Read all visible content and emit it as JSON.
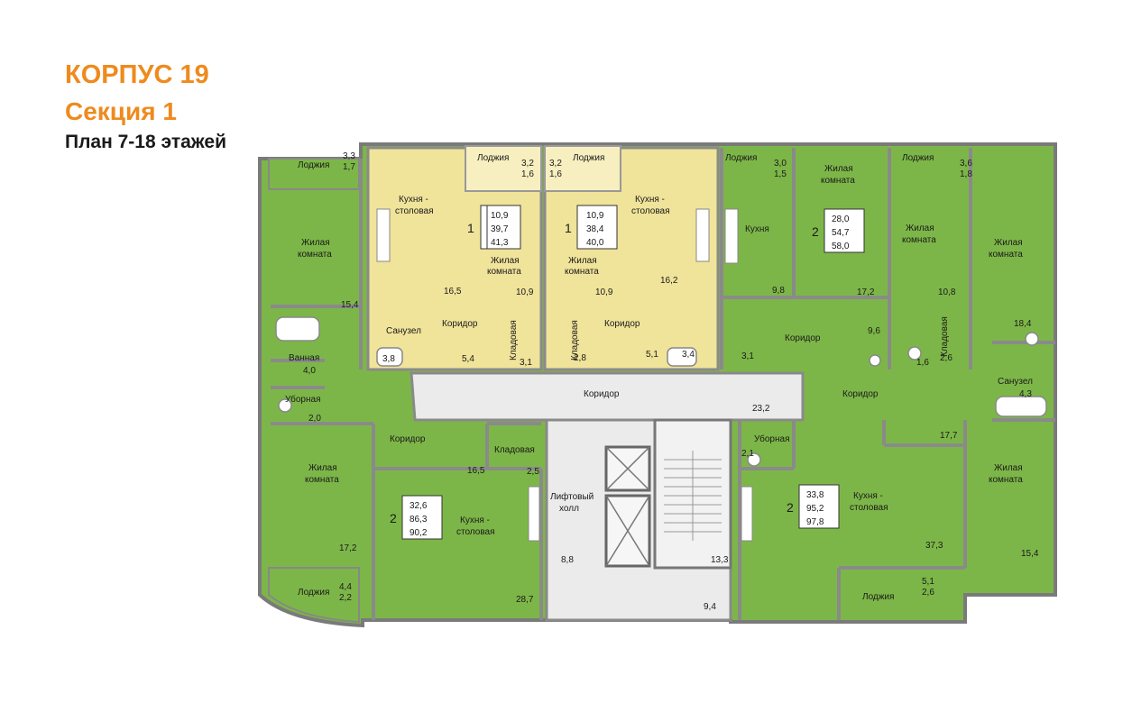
{
  "header": {
    "building": "КОРПУС 19",
    "section": "Секция 1",
    "plan": "План 7-18 этажей"
  },
  "colors": {
    "apartment_green": "#7db648",
    "apartment_yellow": "#f0e39a",
    "common_area": "#ebebeb",
    "wall": "#8a8a8a",
    "title_orange": "#ef8a1e"
  },
  "labels": {
    "loggia": "Лоджия",
    "living_room": "Жилая комната",
    "living_room_l1": "Жилая",
    "living_room_l2": "комната",
    "kitchen": "Кухня",
    "kitchen_dining_l1": "Кухня -",
    "kitchen_dining_l2": "столовая",
    "corridor": "Коридор",
    "bathroom": "Ванная",
    "toilet": "Уборная",
    "wc": "Санузел",
    "storage": "Кладовая",
    "lift_hall_l1": "Лифтовый",
    "lift_hall_l2": "холл"
  },
  "apartments": [
    {
      "rooms": "1",
      "living": "10,9",
      "total": "39,7",
      "with_loggia": "41,3"
    },
    {
      "rooms": "1",
      "living": "10,9",
      "total": "38,4",
      "with_loggia": "40,0"
    },
    {
      "rooms": "2",
      "living": "28,0",
      "total": "54,7",
      "with_loggia": "58,0"
    },
    {
      "rooms": "2",
      "living": "32,6",
      "total": "86,3",
      "with_loggia": "90,2"
    },
    {
      "rooms": "2",
      "living": "33,8",
      "total": "95,2",
      "with_loggia": "97,8"
    }
  ],
  "areas": {
    "loggia_a1": "3,3",
    "loggia_b1": "1,7",
    "loggia_a2": "3,2",
    "loggia_b2": "1,6",
    "loggia_a3": "3,2",
    "loggia_b3": "1,6",
    "loggia_a4": "3,0",
    "loggia_b4": "1,5",
    "loggia_a5": "3,6",
    "loggia_b5": "1,8",
    "loggia_a6": "4,4",
    "loggia_b6": "2,2",
    "loggia_a7": "5,1",
    "loggia_b7": "2,6",
    "a_16_5_kitchen": "16,5",
    "a_10_9_left": "10,9",
    "a_10_9_right": "10,9",
    "a_16_2": "16,2",
    "a_9_8": "9,8",
    "a_17_2_top": "17,2",
    "a_10_8": "10,8",
    "a_15_4_left": "15,4",
    "a_18_4": "18,4",
    "a_5_4": "5,4",
    "a_3_8": "3,8",
    "a_3_1_stor": "3,1",
    "a_2_8": "2,8",
    "a_5_1": "5,1",
    "a_3_4": "3,4",
    "a_3_1": "3,1",
    "a_9_6": "9,6",
    "a_1_6": "1,6",
    "a_2_6": "2,6",
    "a_4_0": "4,0",
    "a_2_0": "2,0",
    "a_4_3": "4,3",
    "a_23_2": "23,2",
    "a_16_5_corr": "16,5",
    "a_2_5": "2,5",
    "a_2_1": "2,1",
    "a_17_7": "17,7",
    "a_17_2_left": "17,2",
    "a_28_7": "28,7",
    "a_8_8": "8,8",
    "a_13_3": "13,3",
    "a_9_4": "9,4",
    "a_37_3": "37,3",
    "a_15_4_right": "15,4"
  }
}
